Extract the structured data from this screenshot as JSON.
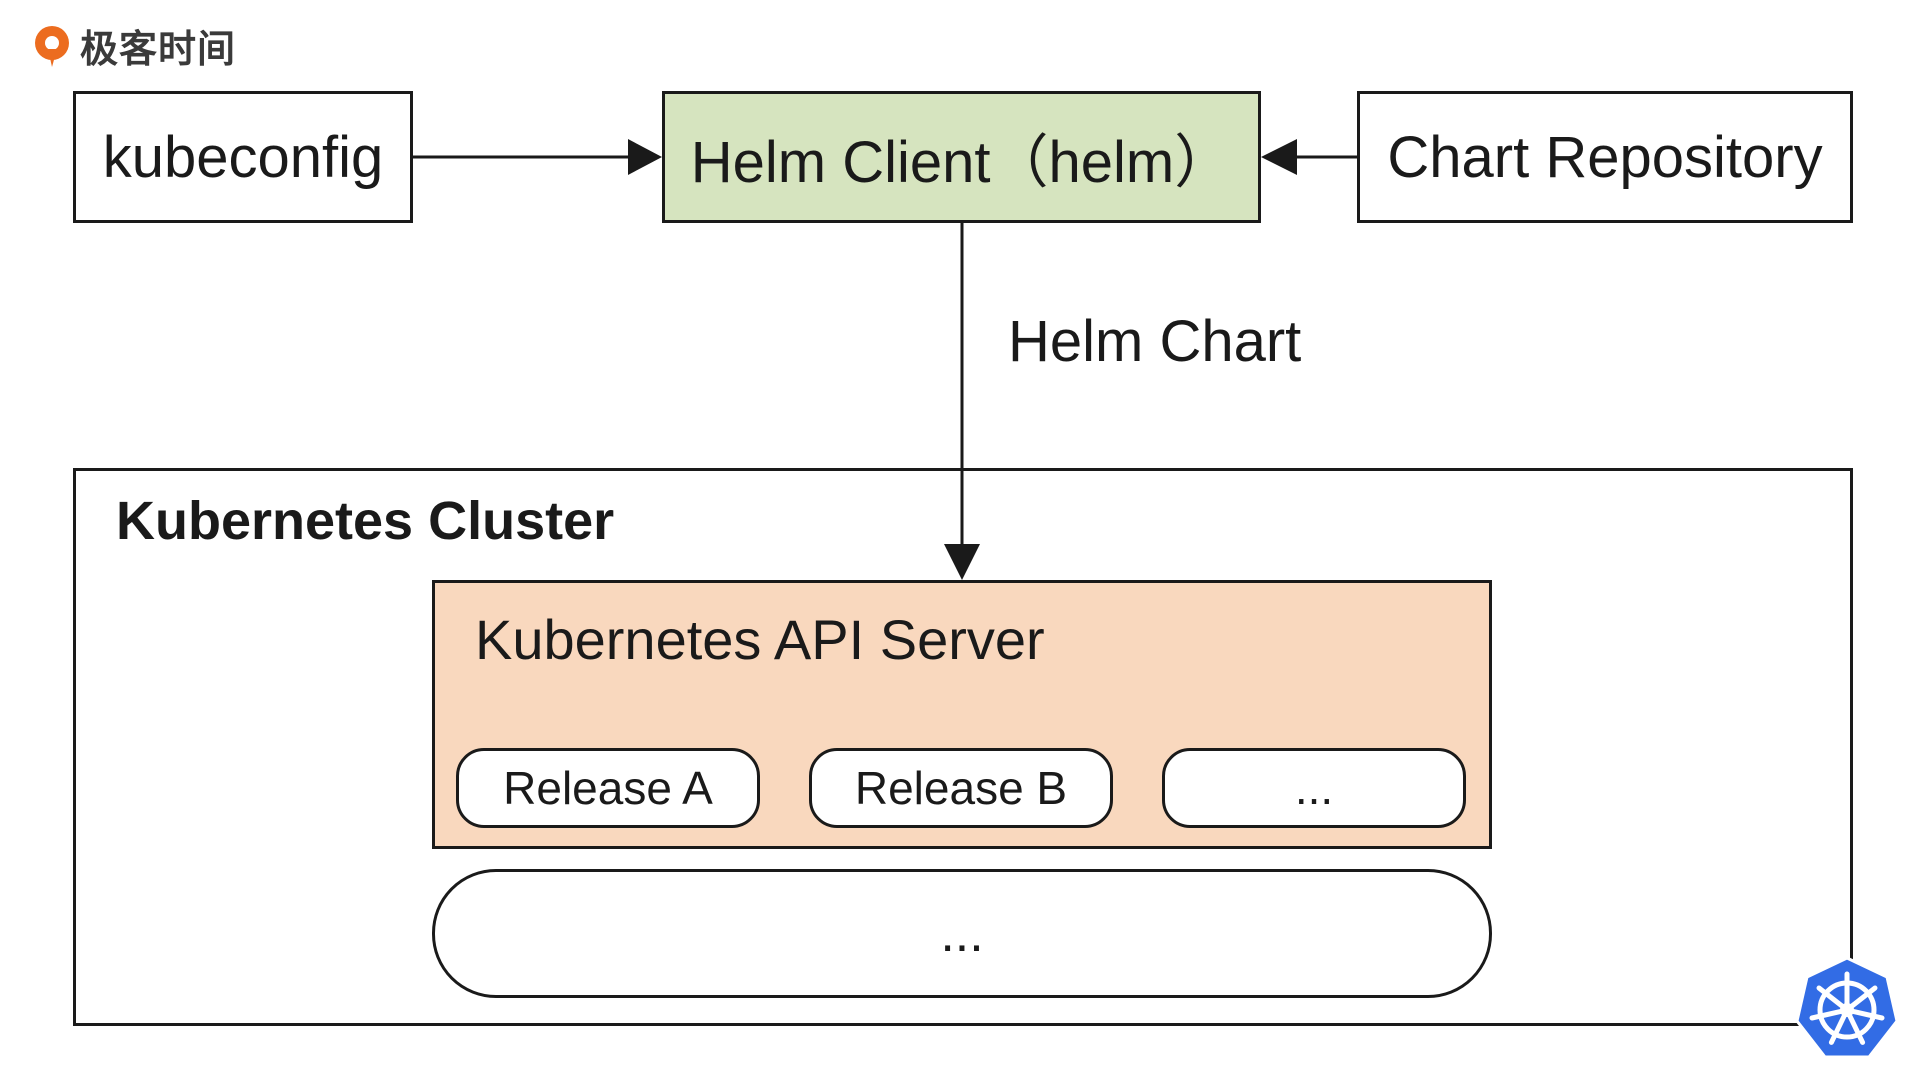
{
  "brand": {
    "logo_text": "极客时间",
    "logo_color": "#ec6c1f"
  },
  "nodes": {
    "kubeconfig": "kubeconfig",
    "helm_client": "Helm Client（helm）",
    "chart_repository": "Chart Repository",
    "cluster": "Kubernetes Cluster",
    "api_server": "Kubernetes API Server",
    "release_a": "Release A",
    "release_b": "Release B",
    "release_more": "...",
    "cluster_more": "..."
  },
  "edges": {
    "helm_chart_label": "Helm Chart"
  },
  "colors": {
    "helm_client_fill": "#d6e4bf",
    "api_server_fill": "#f9d8be",
    "k8s_logo": "#326ce5"
  },
  "icons": {
    "brand_logo": "geektime-logo-icon",
    "k8s_logo": "kubernetes-helm-wheel-icon"
  }
}
